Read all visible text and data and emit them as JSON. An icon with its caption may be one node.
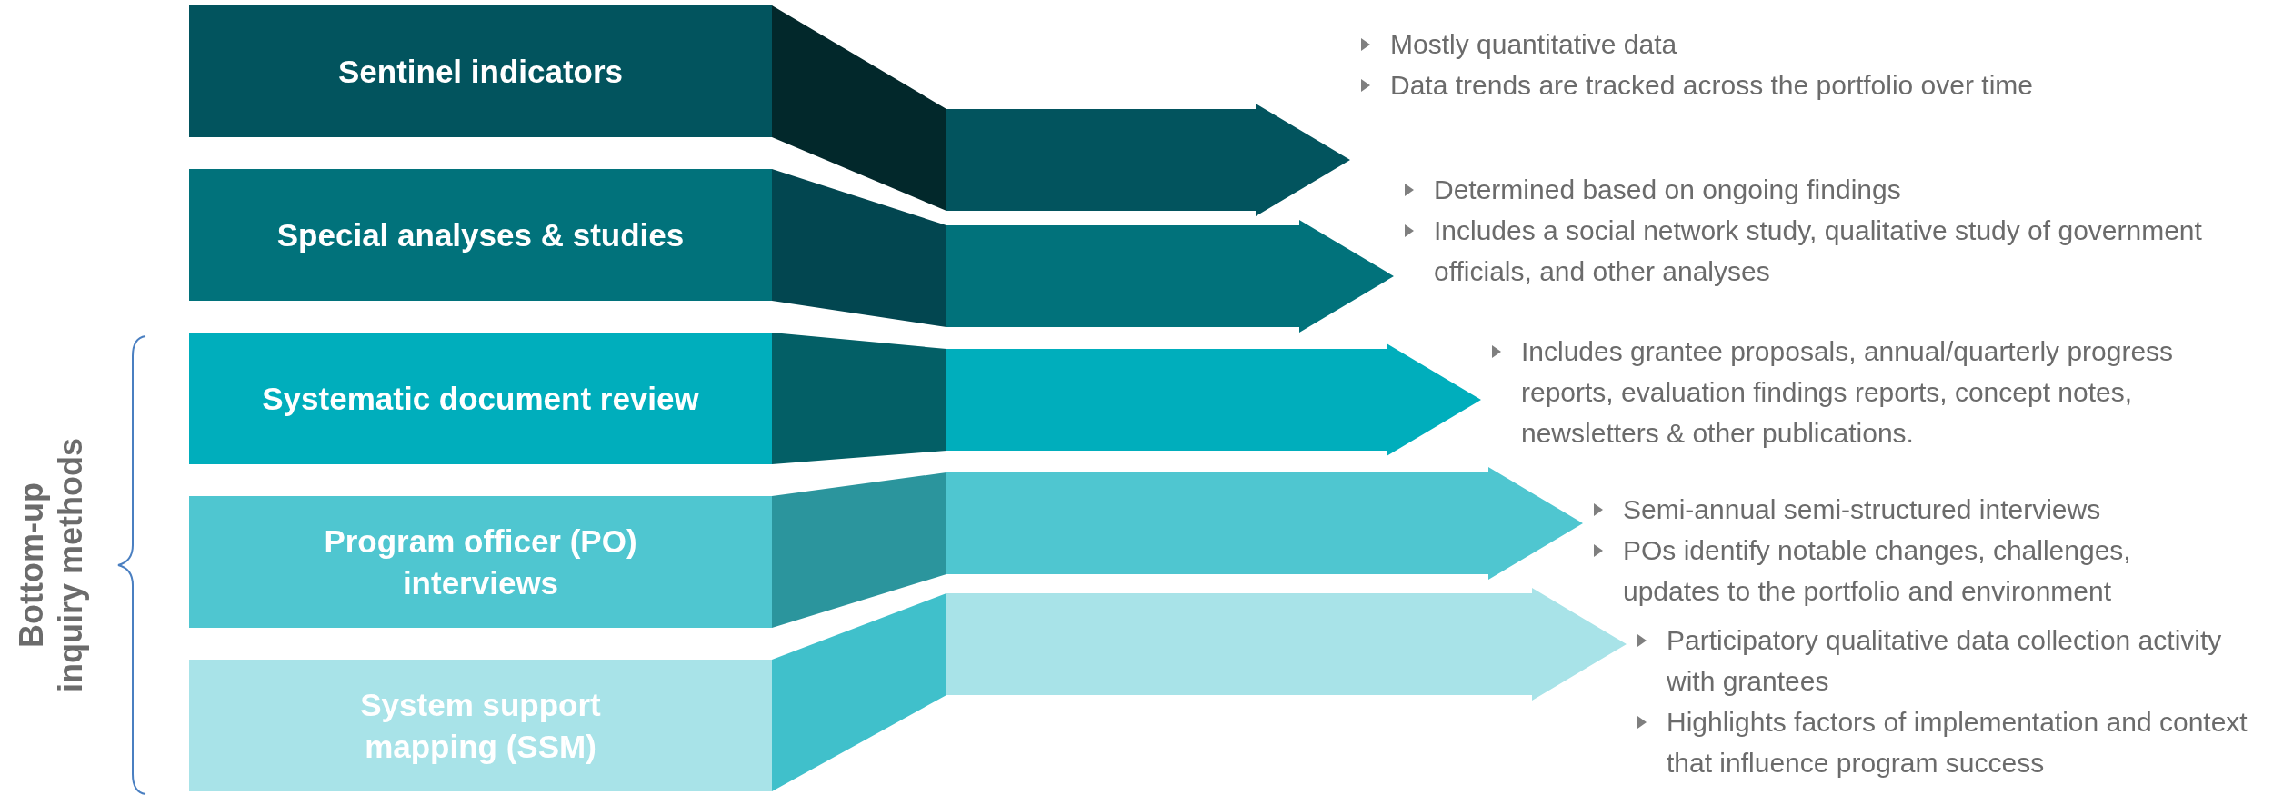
{
  "diagram": {
    "nodes": [
      {
        "text": [
          "Sentinel indicators"
        ]
      },
      {
        "text": [],
        "shape": "band"
      },
      {
        "text": [
          "Mostly quantitative data",
          "Data trends are tracked across the portfolio over time"
        ]
      },
      {
        "text": [
          "Special analyses & studies"
        ]
      },
      {
        "text": [],
        "shape": "band"
      },
      {
        "text": [
          "Determined based on ongoing findings",
          "Includes a social network study, qualitative study of government officials, and other analyses"
        ]
      },
      {
        "text": [
          "Systematic document review"
        ]
      },
      {
        "text": [],
        "shape": "band"
      },
      {
        "text": [
          "Includes grantee proposals, annual/quarterly progress reports, evaluation findings reports, concept notes, newsletters & other publications."
        ]
      },
      {
        "text": [
          "Program officer (PO) interviews"
        ]
      },
      {
        "text": [],
        "shape": "band"
      },
      {
        "text": [
          "Semi-annual semi-structured interviews",
          "POs identify notable changes, challenges, updates to the portfolio and environment"
        ]
      },
      {
        "text": [
          "System support mapping (SSM)"
        ]
      },
      {
        "text": [],
        "shape": "band"
      },
      {
        "text": [
          "Participatory qualitative data collection activity with grantees",
          "Highlights factors of implementation and context that influence program success"
        ]
      }
    ],
    "edges": [
      {
        "from": 1,
        "to": 2,
        "arrow": "to",
        "color": "#02545e"
      },
      {
        "from": 4,
        "to": 5,
        "arrow": "to",
        "color": "#01727b"
      },
      {
        "from": 7,
        "to": 8,
        "arrow": "to",
        "color": "#00aebc"
      },
      {
        "from": 10,
        "to": 11,
        "arrow": "to",
        "color": "#4fc6d0"
      },
      {
        "from": 13,
        "to": 14,
        "arrow": "to",
        "color": "#a8e3e8"
      }
    ],
    "labels": [
      "Bottom-up inquiry methods"
    ]
  }
}
